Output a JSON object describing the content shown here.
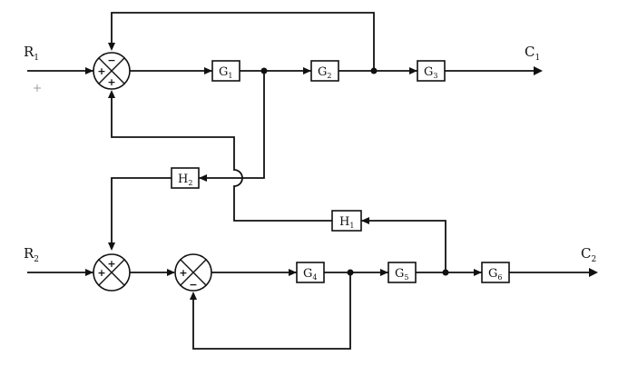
{
  "signals": {
    "r1": {
      "main": "R",
      "sub": "1"
    },
    "r2": {
      "main": "R",
      "sub": "2"
    },
    "c1": {
      "main": "C",
      "sub": "1"
    },
    "c2": {
      "main": "C",
      "sub": "2"
    }
  },
  "blocks": {
    "g1": {
      "main": "G",
      "sub": "1"
    },
    "g2": {
      "main": "G",
      "sub": "2"
    },
    "g3": {
      "main": "G",
      "sub": "3"
    },
    "g4": {
      "main": "G",
      "sub": "4"
    },
    "g5": {
      "main": "G",
      "sub": "5"
    },
    "g6": {
      "main": "G",
      "sub": "6"
    },
    "h1": {
      "main": "H",
      "sub": "1"
    },
    "h2": {
      "main": "H",
      "sub": "2"
    }
  },
  "summing_junctions": {
    "s1": {
      "top": "−",
      "left": "+",
      "bottom": "+"
    },
    "s2": {
      "top": "+",
      "left": "+"
    },
    "s3": {
      "left": "+",
      "bottom": "−"
    }
  }
}
